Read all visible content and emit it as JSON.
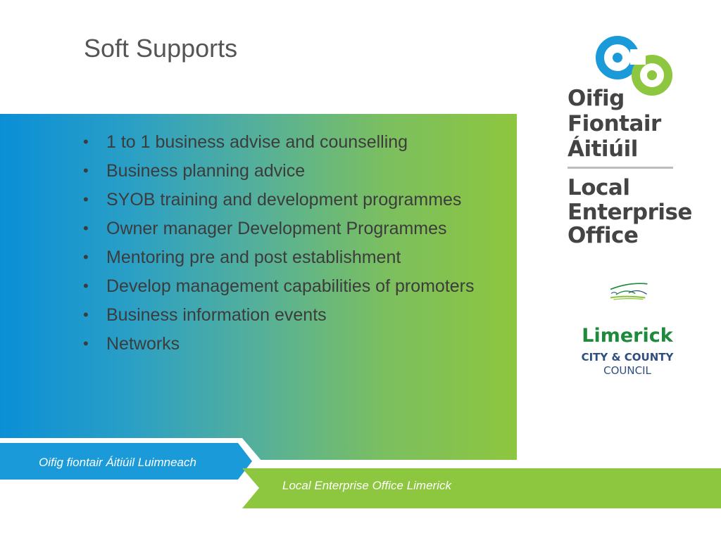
{
  "slide": {
    "title": "Soft Supports",
    "bullets": [
      "1 to 1 business advise and counselling",
      "Business planning advice",
      "SYOB training and development programmes",
      "Owner manager Development Programmes",
      "Mentoring pre and post establishment",
      "Develop management capabilities of promoters",
      "Business information events",
      "Networks"
    ],
    "bullet_glyph": "•"
  },
  "logo_leo": {
    "irish_lines": [
      "Oifig",
      "Fiontair",
      "Áitiúil"
    ],
    "english_lines": [
      "Local",
      "Enterprise",
      "Office"
    ]
  },
  "logo_council": {
    "name": "Limerick",
    "sub1": "CITY & COUNTY",
    "sub2": "COUNCIL"
  },
  "footer": {
    "blue_band_text": "Oifig fiontair Áitiúil Luimneach",
    "green_band_text": "Local Enterprise Office Limerick"
  },
  "colors": {
    "blue": "#0a8fd6",
    "green": "#8dc63f",
    "text": "#3c3c3c",
    "council_green": "#1e8a3c",
    "council_blue": "#2f4f7f"
  }
}
